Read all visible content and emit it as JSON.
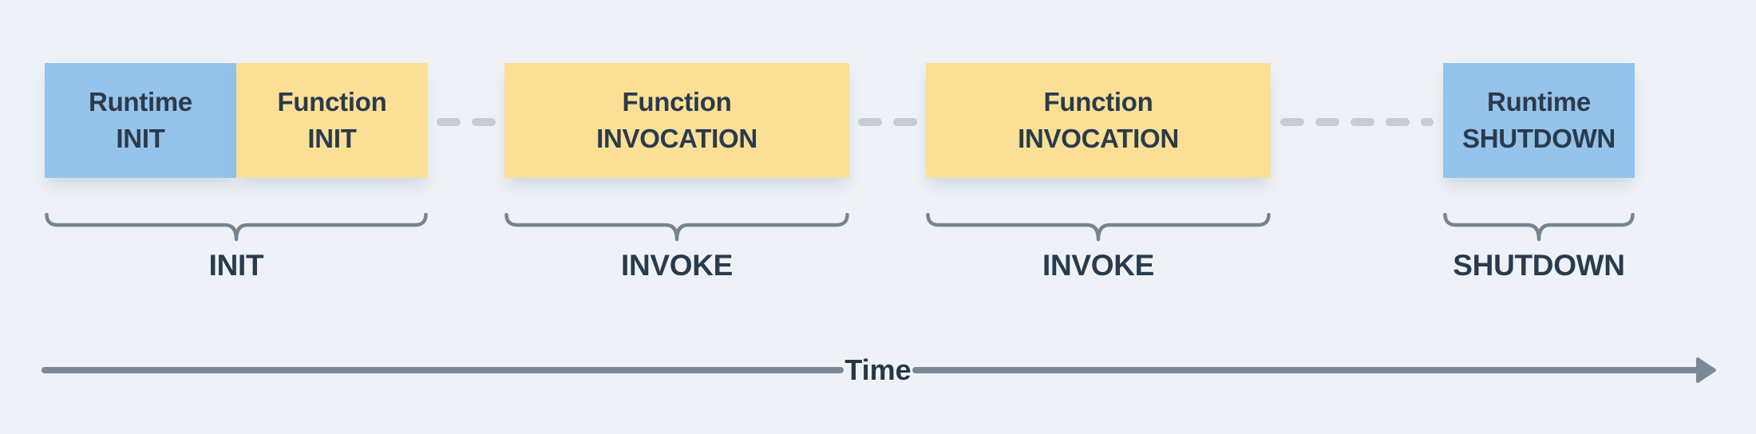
{
  "diagram": {
    "phases": [
      {
        "label": "INIT",
        "blocks": [
          {
            "line1": "Runtime",
            "line2": "INIT",
            "kind": "runtime"
          },
          {
            "line1": "Function",
            "line2": "INIT",
            "kind": "function"
          }
        ]
      },
      {
        "label": "INVOKE",
        "blocks": [
          {
            "line1": "Function",
            "line2": "INVOCATION",
            "kind": "function"
          }
        ]
      },
      {
        "label": "INVOKE",
        "blocks": [
          {
            "line1": "Function",
            "line2": "INVOCATION",
            "kind": "function"
          }
        ]
      },
      {
        "label": "SHUTDOWN",
        "blocks": [
          {
            "line1": "Runtime",
            "line2": "SHUTDOWN",
            "kind": "runtime"
          }
        ]
      }
    ],
    "timeline": {
      "label": "Time"
    },
    "colors": {
      "background": "#eef2f6",
      "runtime_fill": "#95c3ea",
      "function_fill": "#fbdf95",
      "text": "#2a3b4c",
      "brace": "#76848f",
      "dash": "#c3ccd5",
      "arrow": "#7b8997"
    }
  }
}
